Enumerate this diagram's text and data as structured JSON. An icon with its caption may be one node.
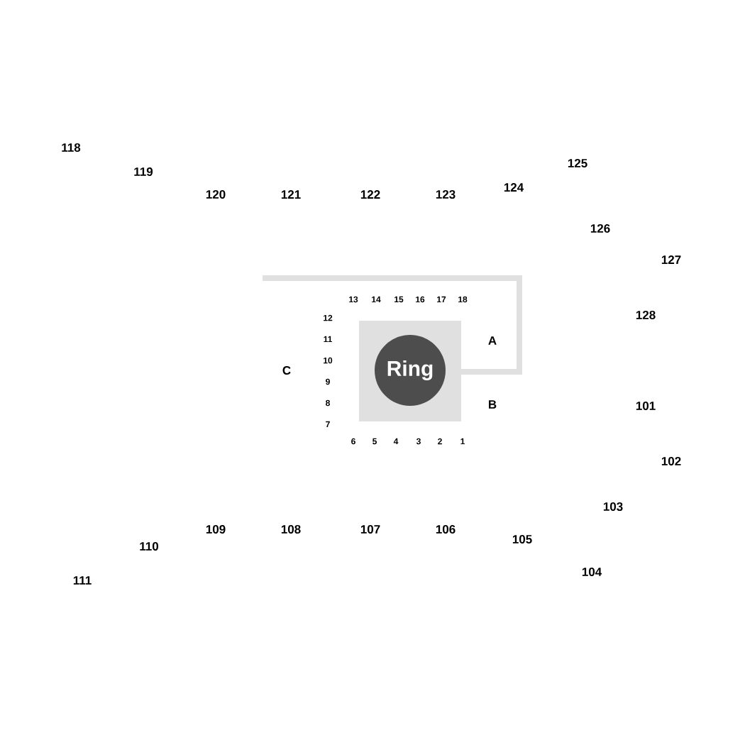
{
  "diagram": {
    "nodes": [
      {
        "text": [
          "Ring"
        ]
      }
    ],
    "edges": [],
    "labels": [
      "118",
      "125",
      "119",
      "120",
      "121",
      "122",
      "123",
      "124",
      "126",
      "127",
      "128",
      "13",
      "14",
      "15",
      "16",
      "17",
      "18",
      "12",
      "11",
      "A",
      "10",
      "C",
      "9",
      "8",
      "B",
      "101",
      "7",
      "6",
      "5",
      "4",
      "3",
      "2",
      "1",
      "102",
      "103",
      "109",
      "108",
      "107",
      "106",
      "105",
      "110",
      "104",
      "111"
    ]
  }
}
